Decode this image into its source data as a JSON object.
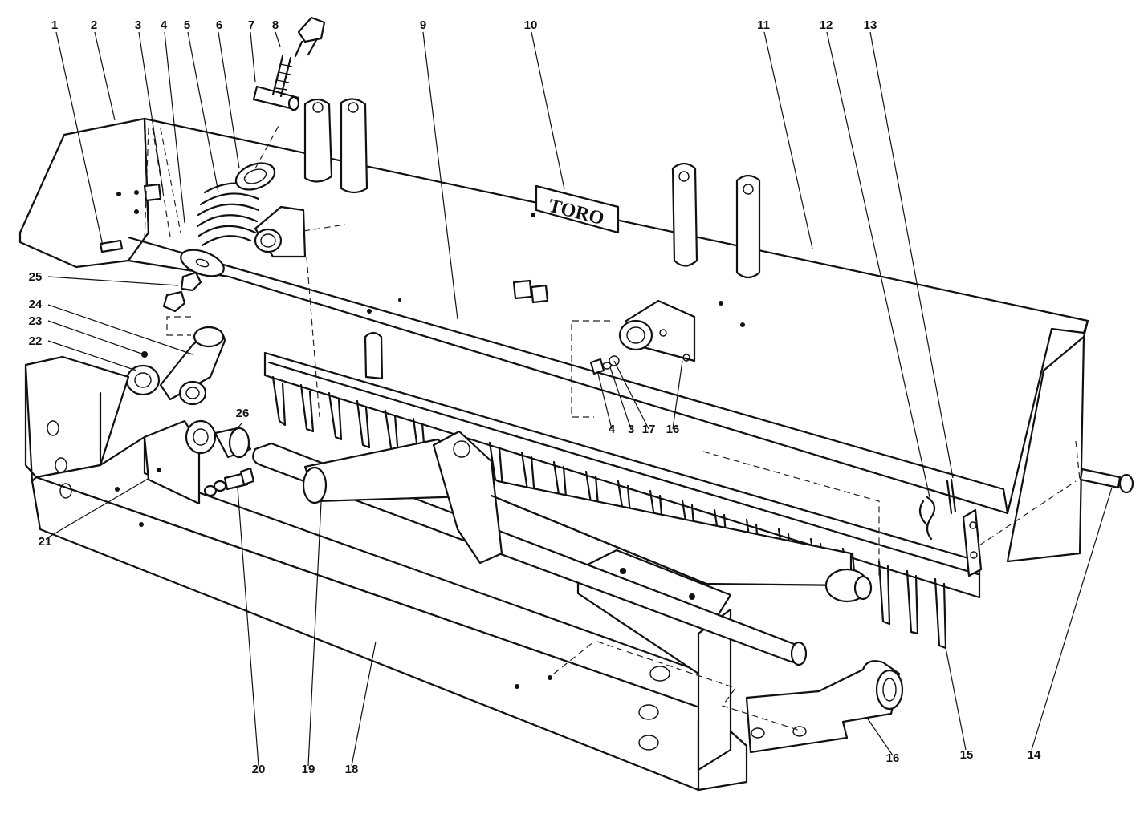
{
  "callouts": [
    {
      "id": "1",
      "text": "1"
    },
    {
      "id": "2",
      "text": "2"
    },
    {
      "id": "3a",
      "text": "3"
    },
    {
      "id": "4a",
      "text": "4"
    },
    {
      "id": "5",
      "text": "5"
    },
    {
      "id": "6",
      "text": "6"
    },
    {
      "id": "7",
      "text": "7"
    },
    {
      "id": "8",
      "text": "8"
    },
    {
      "id": "9",
      "text": "9"
    },
    {
      "id": "10",
      "text": "10"
    },
    {
      "id": "11",
      "text": "11"
    },
    {
      "id": "12",
      "text": "12"
    },
    {
      "id": "13",
      "text": "13"
    },
    {
      "id": "25",
      "text": "25"
    },
    {
      "id": "24",
      "text": "24"
    },
    {
      "id": "23",
      "text": "23"
    },
    {
      "id": "22",
      "text": "22"
    },
    {
      "id": "26",
      "text": "26"
    },
    {
      "id": "21",
      "text": "21"
    },
    {
      "id": "4b",
      "text": "4"
    },
    {
      "id": "3b",
      "text": "3"
    },
    {
      "id": "17",
      "text": "17"
    },
    {
      "id": "16a",
      "text": "16"
    },
    {
      "id": "20",
      "text": "20"
    },
    {
      "id": "19",
      "text": "19"
    },
    {
      "id": "18",
      "text": "18"
    },
    {
      "id": "16b",
      "text": "16"
    },
    {
      "id": "15",
      "text": "15"
    },
    {
      "id": "14",
      "text": "14"
    }
  ],
  "decal_text": "TORO"
}
